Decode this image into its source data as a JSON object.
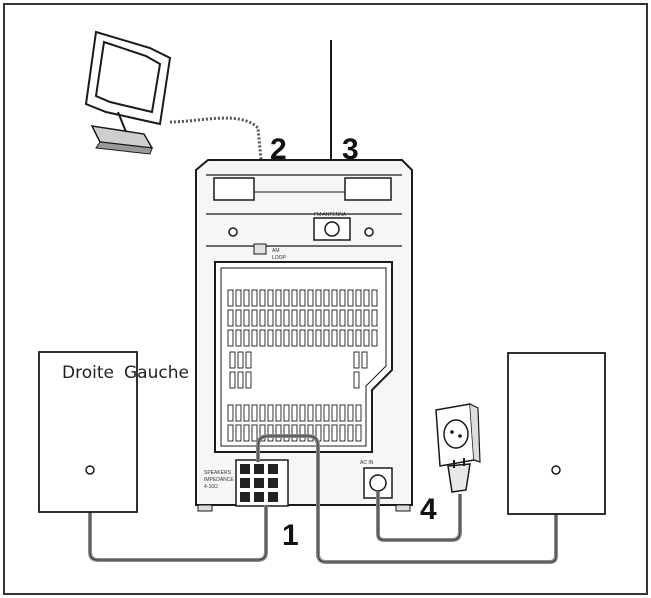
{
  "steps": {
    "speaker_cables": "1",
    "am_loop": "2",
    "fm_antenna": "3",
    "power": "4"
  },
  "speaker_labels": {
    "right": "Droite",
    "left": "Gauche"
  },
  "unit_labels": {
    "am_loop_1": "AM",
    "am_loop_2": "LOOP",
    "fm_antenna": "FM ANTENNA",
    "speakers_1": "SPEAKERS",
    "speakers_2": "IMPEDANCE",
    "speakers_3": "4-16Ω",
    "power_in": "AC IN"
  },
  "colors": {
    "outline": "#1a1a1a",
    "cable": "#8c8c8c",
    "panel": "#f4f4f4",
    "frame": "#333333"
  }
}
